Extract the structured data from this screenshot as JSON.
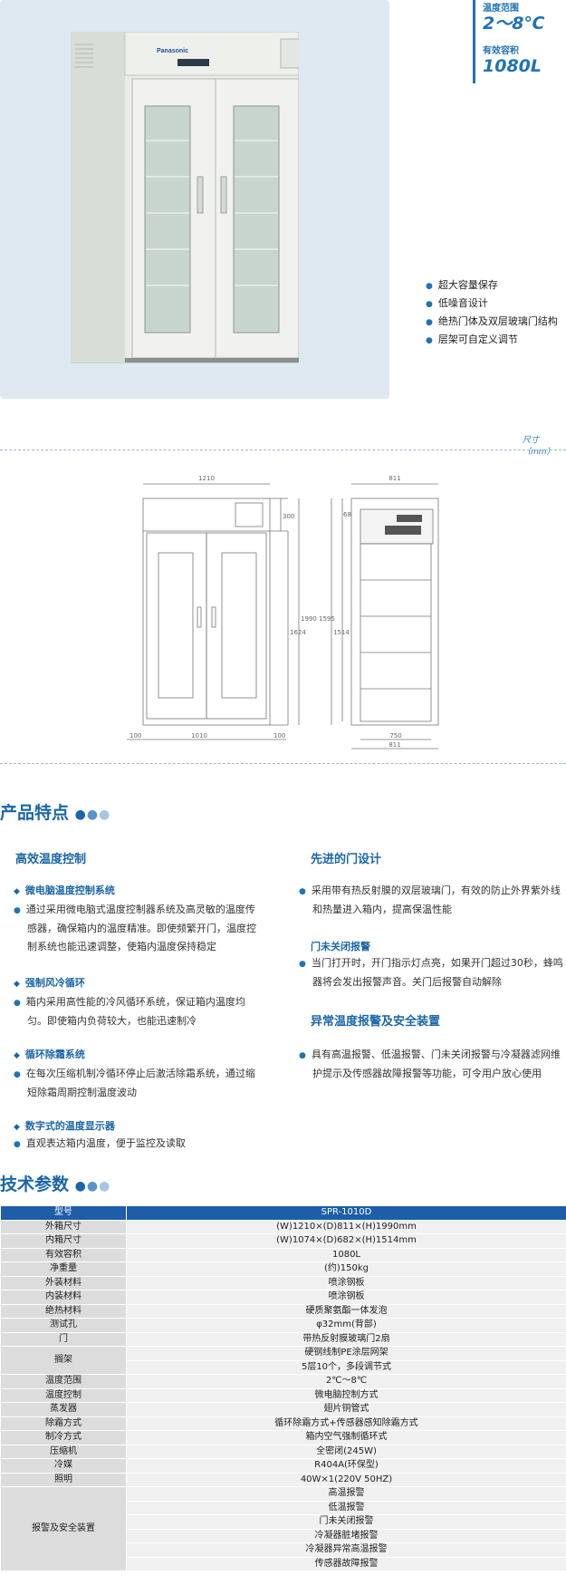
{
  "specs": {
    "temp_label": "温度范围",
    "temp_value": "2～8℃",
    "capacity_label": "有效容积",
    "capacity_value": "1080L"
  },
  "product": {
    "brand": "Panasonic"
  },
  "features": [
    "超大容量保存",
    "低噪音设计",
    "绝热门体及双层玻璃门结构",
    "层架可自定义调节"
  ],
  "dimension_caption": "尺寸（mm）",
  "drawing": {
    "front": {
      "width": "1210",
      "left": "100",
      "center": "1010",
      "right": "100",
      "top": "300",
      "body": "1624",
      "total": "1990"
    },
    "side": {
      "width_top": "811",
      "top_small": "68",
      "body": "1595",
      "inner": "1514",
      "depth": "750",
      "width_bottom": "811"
    }
  },
  "features_section": {
    "title": "产品特点",
    "left_column": {
      "heading": "高效温度控制",
      "groups": [
        {
          "title": "微电脑温度控制系统",
          "lines": [
            "通过采用微电脑式温度控制器系统及高灵敏的温度传",
            "感器，确保箱内的温度精准。即使频繁开门，温度控",
            "制系统也能迅速调整，使箱内温度保持稳定"
          ]
        },
        {
          "title": "强制风冷循环",
          "lines": [
            "箱内采用高性能的冷风循环系统，保证箱内温度均",
            "匀。即使箱内负荷较大，也能迅速制冷"
          ]
        },
        {
          "title": "循环除霜系统",
          "lines": [
            "在每次压缩机制冷循环停止后激活除霜系统，通过缩",
            "短除霜周期控制温度波动"
          ]
        },
        {
          "title": "数字式的温度显示器",
          "lines": [
            "直观表达箱内温度，便于监控及读取"
          ]
        }
      ]
    },
    "right_column": {
      "door_heading": "先进的门设计",
      "door_lines": [
        "采用带有热反射膜的双层玻璃门，有效的防止外界紫外线",
        "和热量进入箱内，提高保温性能"
      ],
      "door_alarm_title": "门未关闭报警",
      "door_alarm_lines": [
        "当门打开时，开门指示灯点亮，如果开门超过30秒，蜂鸣",
        "器将会发出报警声音。关门后报警自动解除"
      ],
      "safety_heading": "异常温度报警及安全装置",
      "safety_lines": [
        "具有高温报警、低温报警、门未关闭报警与冷凝器滤网维",
        "护提示及传感器故障报警等功能，可令用户放心使用"
      ]
    }
  },
  "tech_section": {
    "title": "技术参数",
    "header": {
      "key": "型号",
      "value": "SPR-1010D"
    },
    "rows": [
      {
        "key": "外箱尺寸",
        "values": [
          "(W)1210×(D)811×(H)1990mm"
        ]
      },
      {
        "key": "内箱尺寸",
        "values": [
          "(W)1074×(D)682×(H)1514mm"
        ]
      },
      {
        "key": "有效容积",
        "values": [
          "1080L"
        ]
      },
      {
        "key": "净重量",
        "values": [
          "(约)150kg"
        ]
      },
      {
        "key": "外装材料",
        "values": [
          "喷涂钢板"
        ]
      },
      {
        "key": "内装材料",
        "values": [
          "喷涂钢板"
        ]
      },
      {
        "key": "绝热材料",
        "values": [
          "硬质聚氨酯一体发泡"
        ]
      },
      {
        "key": "测试孔",
        "values": [
          "φ32mm(背部)"
        ]
      },
      {
        "key": "门",
        "values": [
          "带热反射膜玻璃门2扇"
        ]
      },
      {
        "key": "搁架",
        "values": [
          "硬钢线制PE涂层网架",
          "5层10个，多段调节式"
        ]
      },
      {
        "key": "温度范围",
        "values": [
          "2℃～8℃"
        ]
      },
      {
        "key": "温度控制",
        "values": [
          "微电脑控制方式"
        ]
      },
      {
        "key": "蒸发器",
        "values": [
          "翅片铜管式"
        ]
      },
      {
        "key": "除霜方式",
        "values": [
          "循环除霜方式+传感器感知除霜方式"
        ]
      },
      {
        "key": "制冷方式",
        "values": [
          "箱内空气强制循环式"
        ]
      },
      {
        "key": "压缩机",
        "values": [
          "全密闭(245W)"
        ]
      },
      {
        "key": "冷媒",
        "values": [
          "R404A(环保型)"
        ]
      },
      {
        "key": "照明",
        "values": [
          "40W×1(220V 50HZ)"
        ]
      },
      {
        "key": "报警及安全装置",
        "values": [
          "高温报警",
          "低温报警",
          "门未关闭报警",
          "冷凝器脏堵报警",
          "冷凝器异常高温报警",
          "传感器故障报警"
        ]
      }
    ]
  }
}
